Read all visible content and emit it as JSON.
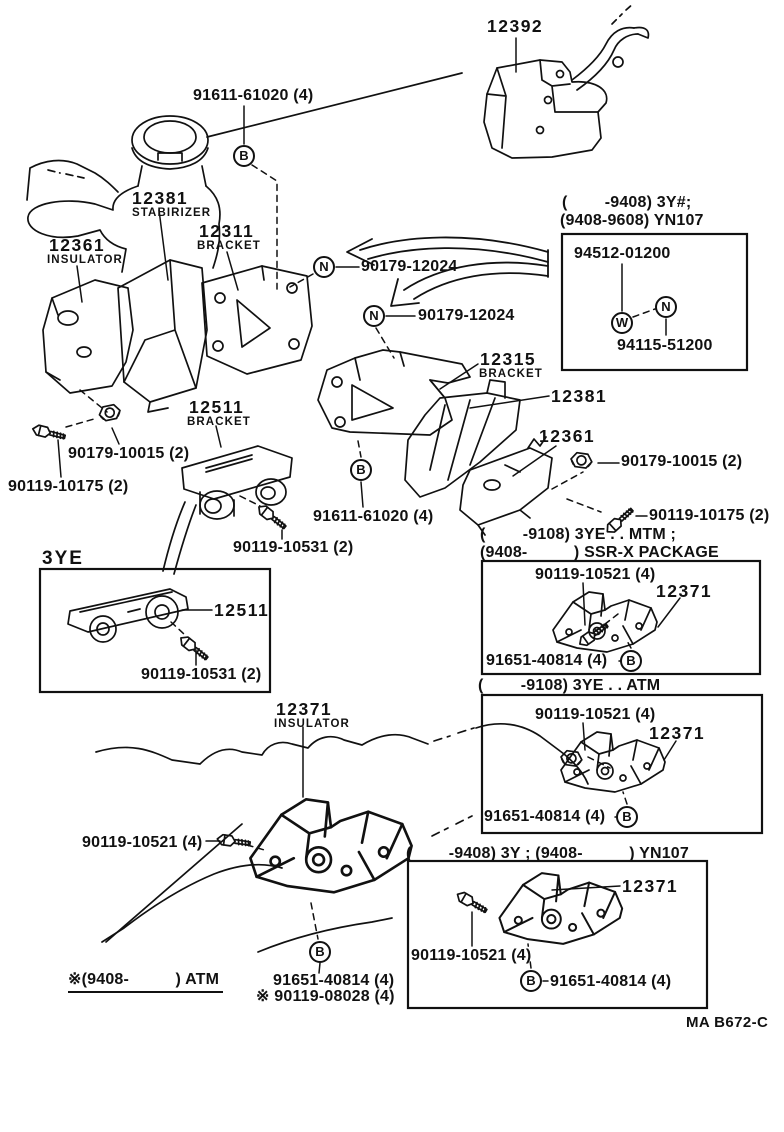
{
  "doc": {
    "footer_code": "MA B672-C"
  },
  "markers": {
    "b": "B",
    "n": "N",
    "w": "W"
  },
  "callouts": {
    "part_12392": "12392",
    "bolt_91611_top": "91611-61020 (4)",
    "part_12381_top": "12381",
    "part_12381_top_type": "STABIRIZER",
    "part_12311": "12311",
    "part_12311_type": "BRACKET",
    "part_12361_top": "12361",
    "part_12361_top_type": "INSULATOR",
    "nut_90179_12024_a": "90179-12024",
    "nut_90179_12024_b": "90179-12024",
    "part_12315": "12315",
    "part_12315_type": "BRACKET",
    "part_12381_mid": "12381",
    "part_12361_mid": "12361",
    "nut_90179_10015_left": "90179-10015 (2)",
    "bolt_90119_10175_left": "90119-10175 (2)",
    "part_12511": "12511",
    "part_12511_type": "BRACKET",
    "bolt_91611_mid": "91611-61020 (4)",
    "bolt_90119_10531_mid": "90119-10531 (2)",
    "nut_90179_10015_right": "90179-10015 (2)",
    "bolt_90119_10175_right": "90119-10175 (2)",
    "part_12371_main": "12371",
    "part_12371_main_type": "INSULATOR",
    "bolt_90119_10521_main": "90119-10521 (4)",
    "note_atm": "※(9408-          ) ATM",
    "bolt_91651_40814_main": "91651-40814 (4)",
    "bolt_90119_08028_main": "※ 90119-08028 (4)"
  },
  "inset_nuts_yn107": {
    "header_line1": "(        -9408) 3Y#;",
    "header_line2": "(9408-9608) YN107",
    "part_94512": "94512-01200",
    "part_94115": "94115-51200"
  },
  "inset_3ye": {
    "header": "3YE",
    "part_12511": "12511",
    "bolt_90119_10531": "90119-10531 (2)"
  },
  "inset_ssrx": {
    "header_line1": "(        -9108) 3YE . . MTM ;",
    "header_line2": "(9408-          ) SSR-X PACKAGE",
    "bolt_90119_10521": "90119-10521 (4)",
    "part_12371": "12371",
    "bolt_91651_40814": "91651-40814 (4)"
  },
  "inset_atm": {
    "header": "(        -9108) 3YE . . ATM",
    "bolt_90119_10521": "90119-10521 (4)",
    "part_12371": "12371",
    "bolt_91651_40814": "91651-40814 (4)"
  },
  "inset_yn107": {
    "header": "(        -9408) 3Y ; (9408-          ) YN107",
    "part_12371": "12371",
    "bolt_90119_10521": "90119-10521 (4)",
    "bolt_91651_40814": "91651-40814 (4)"
  }
}
